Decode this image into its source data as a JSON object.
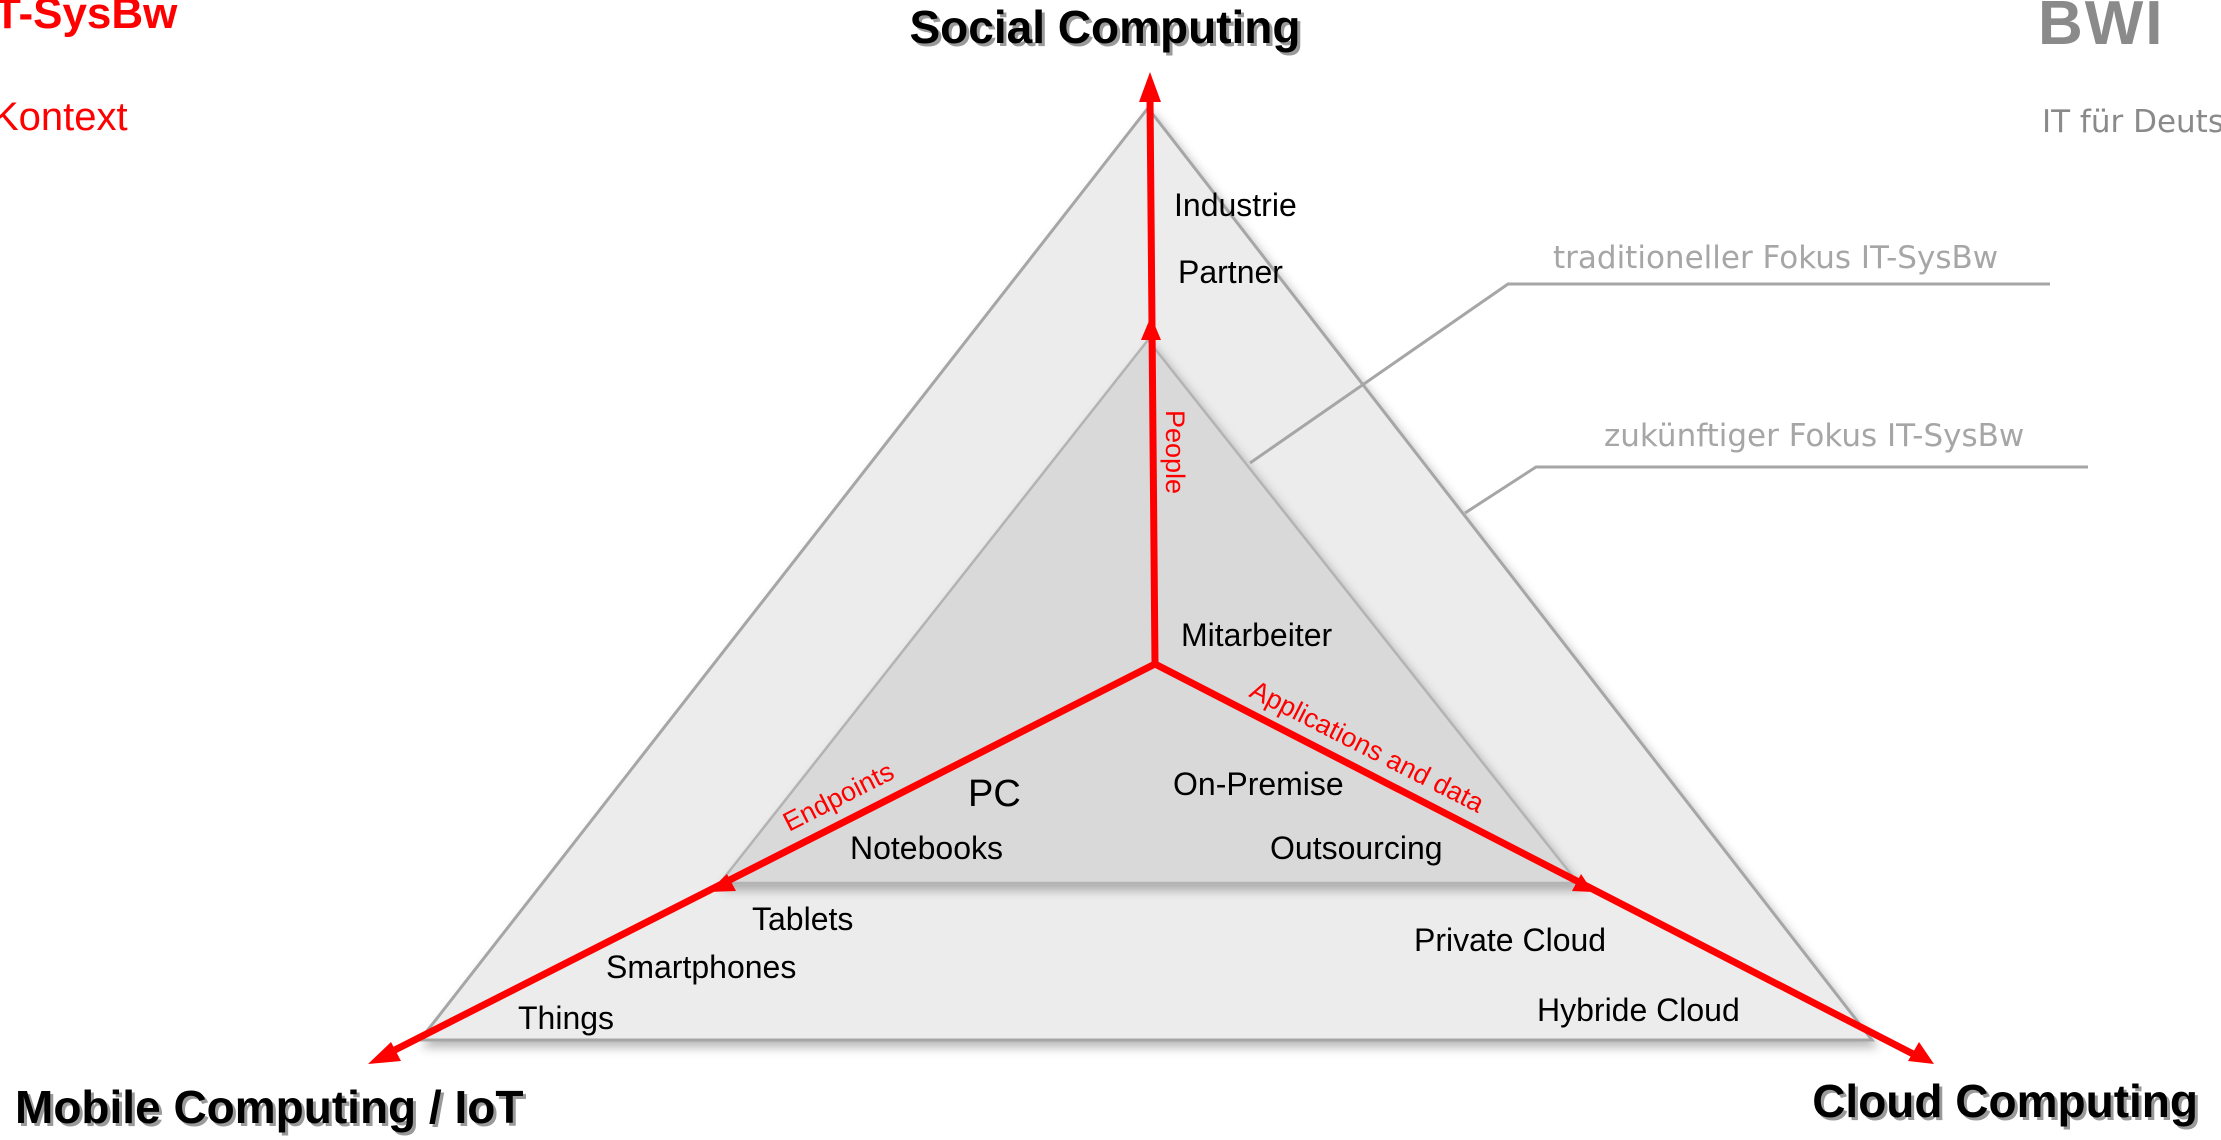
{
  "header": {
    "title_fragment": "T-SysBw",
    "subtitle_fragment": "Kontext"
  },
  "logo": {
    "brand_text": "BWI",
    "tagline": "IT für Deuts"
  },
  "diagram": {
    "corner_labels": {
      "top": "Social Computing",
      "bottom_left": "Mobile Computing / IoT",
      "bottom_right": "Cloud Computing"
    },
    "axis_labels": {
      "people": "People",
      "endpoints": "Endpoints",
      "applications": "Applications and data"
    },
    "callouts": {
      "traditional": "traditioneller Fokus IT-SysBw",
      "future": "zukünftiger Fokus IT-SysBw"
    },
    "items": {
      "industrie": "Industrie",
      "partner": "Partner",
      "mitarbeiter": "Mitarbeiter",
      "pc": "PC",
      "notebooks": "Notebooks",
      "tablets": "Tablets",
      "smartphones": "Smartphones",
      "things": "Things",
      "on_premise": "On-Premise",
      "outsourcing": "Outsourcing",
      "private_cloud": "Private Cloud",
      "hybride_cloud": "Hybride Cloud"
    }
  },
  "colors": {
    "accent_red": "#ff0000",
    "outer_fill": "#ececec",
    "inner_fill": "#d9d9d9",
    "edge_gray": "#a6a6a6",
    "callout_gray": "#a6a6a6",
    "text_dark": "#000000"
  }
}
